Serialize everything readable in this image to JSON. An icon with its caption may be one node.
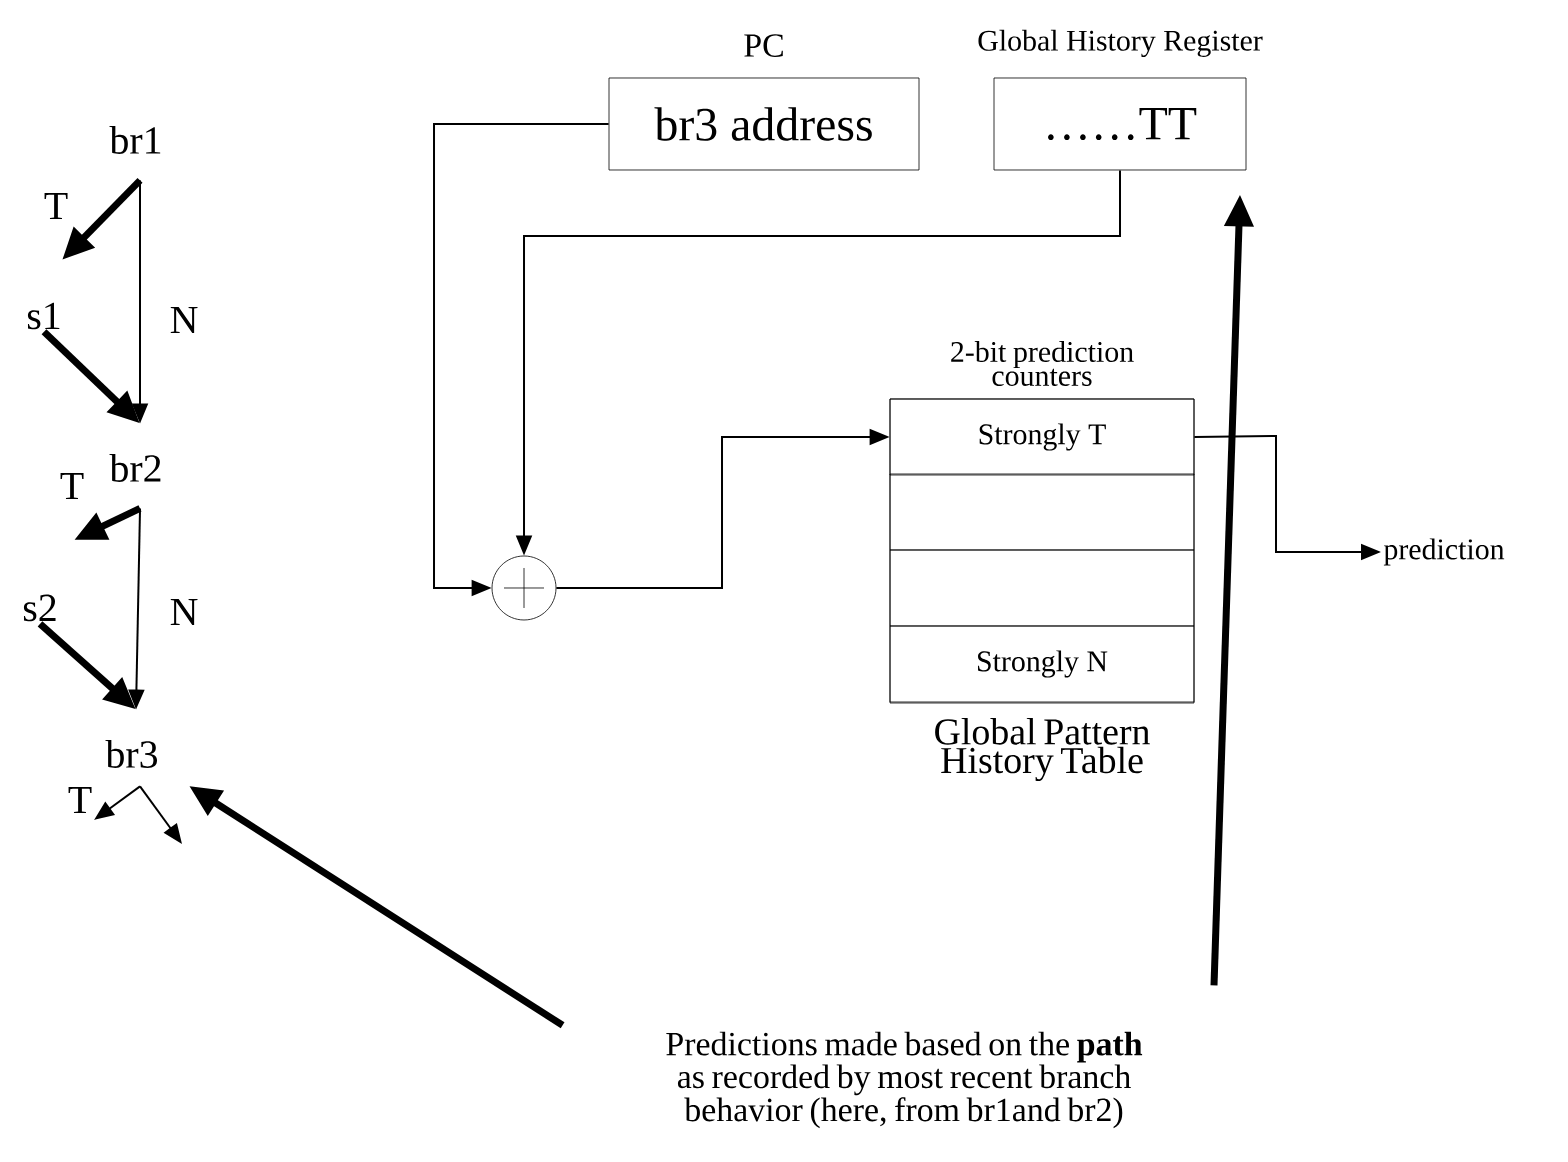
{
  "diagram": {
    "nodes": [
      {
        "text": [
          "br1"
        ]
      },
      {
        "text": [
          "s1"
        ]
      },
      {
        "text": [
          "br2"
        ]
      },
      {
        "text": [
          "s2"
        ]
      },
      {
        "text": [
          "br3"
        ]
      },
      {
        "text": [
          "PC",
          "br3 address"
        ]
      },
      {
        "text": [
          "Global History Register",
          "……TT"
        ]
      },
      {
        "text": [],
        "shape": "circle"
      },
      {
        "text": [
          "2-bit prediction counters"
        ],
        "beside": [
          "Global Pattern History Table"
        ]
      },
      {
        "text": [
          "Strongly T"
        ],
        "in": 8
      },
      {
        "text": [],
        "shape": "box",
        "in": 8
      },
      {
        "text": [],
        "shape": "box",
        "in": 8
      },
      {
        "text": [
          "Strongly N"
        ],
        "in": 8
      },
      {
        "text": [
          "prediction"
        ]
      },
      {
        "text": [
          "Predictions made based on the **path** as recorded by most recent branch behavior (here, from br1and br2)"
        ]
      }
    ],
    "edges": [
      {
        "from": 0,
        "to": null,
        "arrow": "to",
        "style": "thick",
        "label": "T"
      },
      {
        "from": 0,
        "to": 2,
        "arrow": "to",
        "label": "N"
      },
      {
        "from": 1,
        "to": 2,
        "arrow": "to",
        "style": "thick"
      },
      {
        "from": 2,
        "to": null,
        "arrow": "to",
        "style": "thick",
        "label": "T"
      },
      {
        "from": 2,
        "to": 4,
        "arrow": "to",
        "label": "N"
      },
      {
        "from": 3,
        "to": 4,
        "arrow": "to",
        "style": "thick"
      },
      {
        "from": 4,
        "to": null,
        "arrow": "to",
        "label": "T"
      },
      {
        "from": 4,
        "to": null,
        "arrow": "to"
      },
      {
        "from": 5,
        "to": 7,
        "arrow": "to"
      },
      {
        "from": 6,
        "to": 7,
        "arrow": "to"
      },
      {
        "from": 7,
        "to": 9,
        "arrow": "to"
      },
      {
        "from": 9,
        "to": 13,
        "arrow": "to"
      },
      {
        "from": 14,
        "to": 4,
        "arrow": "to",
        "style": "thick"
      },
      {
        "from": 14,
        "to": 6,
        "arrow": "to",
        "style": "thick"
      }
    ]
  }
}
